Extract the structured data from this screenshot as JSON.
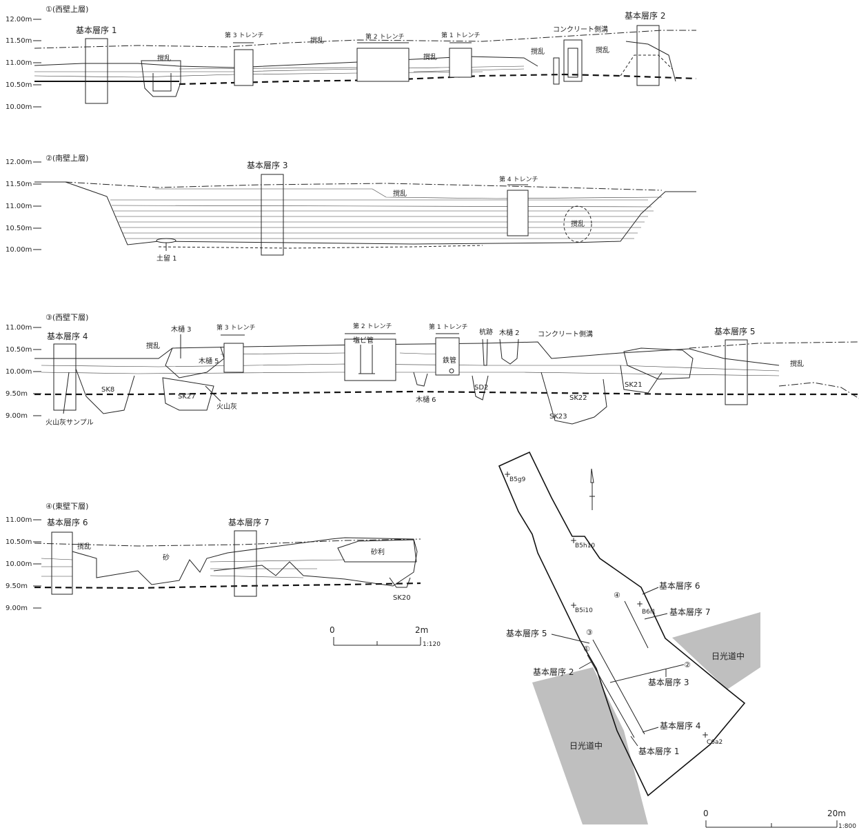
{
  "section1": {
    "title": "①(西壁上層)",
    "yticks": [
      "12.00m",
      "11.50m",
      "11.00m",
      "10.50m",
      "10.00m"
    ],
    "seq1": "基本層序 1",
    "seq2": "基本層序 2",
    "trench3": "第 3 トレンチ",
    "trench2": "第 2 トレンチ",
    "trench1": "第 1 トレンチ",
    "concrete": "コンクリート側溝",
    "disturb": "撹乱"
  },
  "section2": {
    "title": "②(南壁上層)",
    "yticks": [
      "12.00m",
      "11.50m",
      "11.00m",
      "10.50m",
      "10.00m"
    ],
    "seq3": "基本層序 3",
    "trench4": "第 4 トレンチ",
    "disturb": "撹乱",
    "dotome": "土留 1"
  },
  "section3": {
    "title": "③(西壁下層)",
    "yticks": [
      "11.00m",
      "10.50m",
      "10.00m",
      "9.50m",
      "9.00m"
    ],
    "seq4": "基本層序 4",
    "seq5": "基本層序 5",
    "trench3": "第 3 トレンチ",
    "trench2": "第 2 トレンチ",
    "trench1": "第 1 トレンチ",
    "disturb": "撹乱",
    "okeke3": "木樋 3",
    "okeke5": "木樋 5",
    "okeke2": "木樋 2",
    "okeke6": "木樋 6",
    "pipe": "塩ビ管",
    "ironpipe": "鉄管",
    "stake": "杭跡",
    "concrete": "コンクリート側溝",
    "sk8": "SK8",
    "sk27": "SK27",
    "ash": "火山灰",
    "sd2": "SD2",
    "sk22": "SK22",
    "sk23": "SK23",
    "sk21": "SK21",
    "sample": "火山灰サンプル"
  },
  "section4": {
    "title": "④(東壁下層)",
    "yticks": [
      "11.00m",
      "10.50m",
      "10.00m",
      "9.50m",
      "9.00m"
    ],
    "seq6": "基本層序 6",
    "seq7": "基本層序 7",
    "disturb": "撹乱",
    "sand": "砂",
    "gravel": "砂利",
    "sk20": "SK20"
  },
  "scale1": {
    "zero": "0",
    "max": "2m",
    "ratio": "1:120"
  },
  "plan": {
    "grid": [
      "B5g9",
      "B5h10",
      "B5i10",
      "B6i1",
      "C6a2"
    ],
    "road": "日光道中",
    "seq1": "基本層序 1",
    "seq2": "基本層序 2",
    "seq3": "基本層序 3",
    "seq4": "基本層序 4",
    "seq5": "基本層序 5",
    "seq6": "基本層序 6",
    "seq7": "基本層序 7",
    "m1": "①",
    "m2": "②",
    "m3": "③",
    "m4": "④"
  },
  "scale2": {
    "zero": "0",
    "max": "20m",
    "ratio": "1:800"
  }
}
